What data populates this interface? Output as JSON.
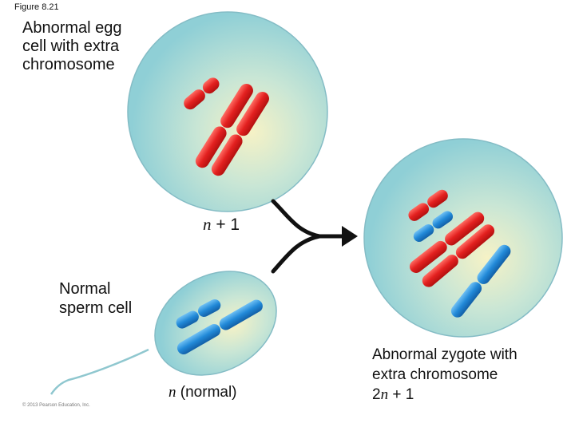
{
  "figure_label": "Figure 8.21",
  "egg": {
    "caption_lines": [
      "Abnormal egg",
      "cell with extra",
      "chromosome"
    ],
    "ploidy_var": "n",
    "ploidy_rest": " + 1"
  },
  "sperm": {
    "caption_lines": [
      "Normal",
      "sperm cell"
    ],
    "ploidy_var": "n",
    "ploidy_rest": " (normal)"
  },
  "zygote": {
    "caption_lines": [
      "Abnormal zygote with",
      "extra chromosome"
    ],
    "ploidy_prefix": "2",
    "ploidy_var": "n",
    "ploidy_rest": " + 1"
  },
  "copyright": "© 2013 Pearson Education, Inc.",
  "colors": {
    "cell_fill": "#9fd6d8",
    "cell_center": "#f3f0c8",
    "cell_stroke": "#7fb8c2",
    "maternal": "#e8262a",
    "paternal": "#2a8ad8",
    "arrow": "#111111"
  }
}
